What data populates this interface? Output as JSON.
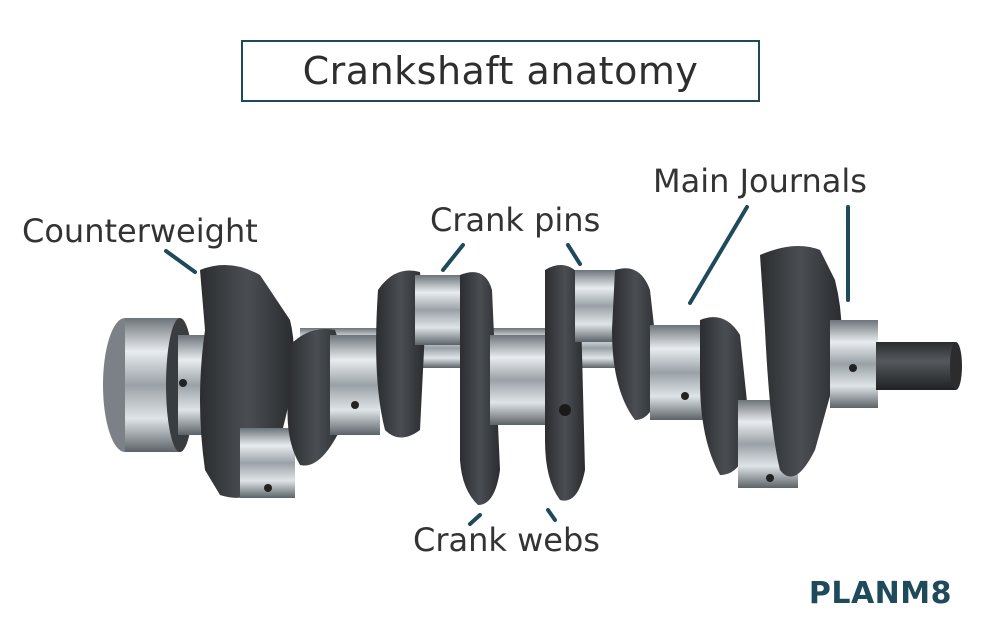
{
  "title": "Crankshaft anatomy",
  "labels": {
    "counterweight": "Counterweight",
    "crank_pins": "Crank pins",
    "main_journals": "Main Journals",
    "crank_webs": "Crank webs"
  },
  "brand": "PLANM8",
  "colors": {
    "accent": "#1e4a5c",
    "text": "#333333",
    "iron": "#3a3d40",
    "steel": "#b9bfc4"
  }
}
